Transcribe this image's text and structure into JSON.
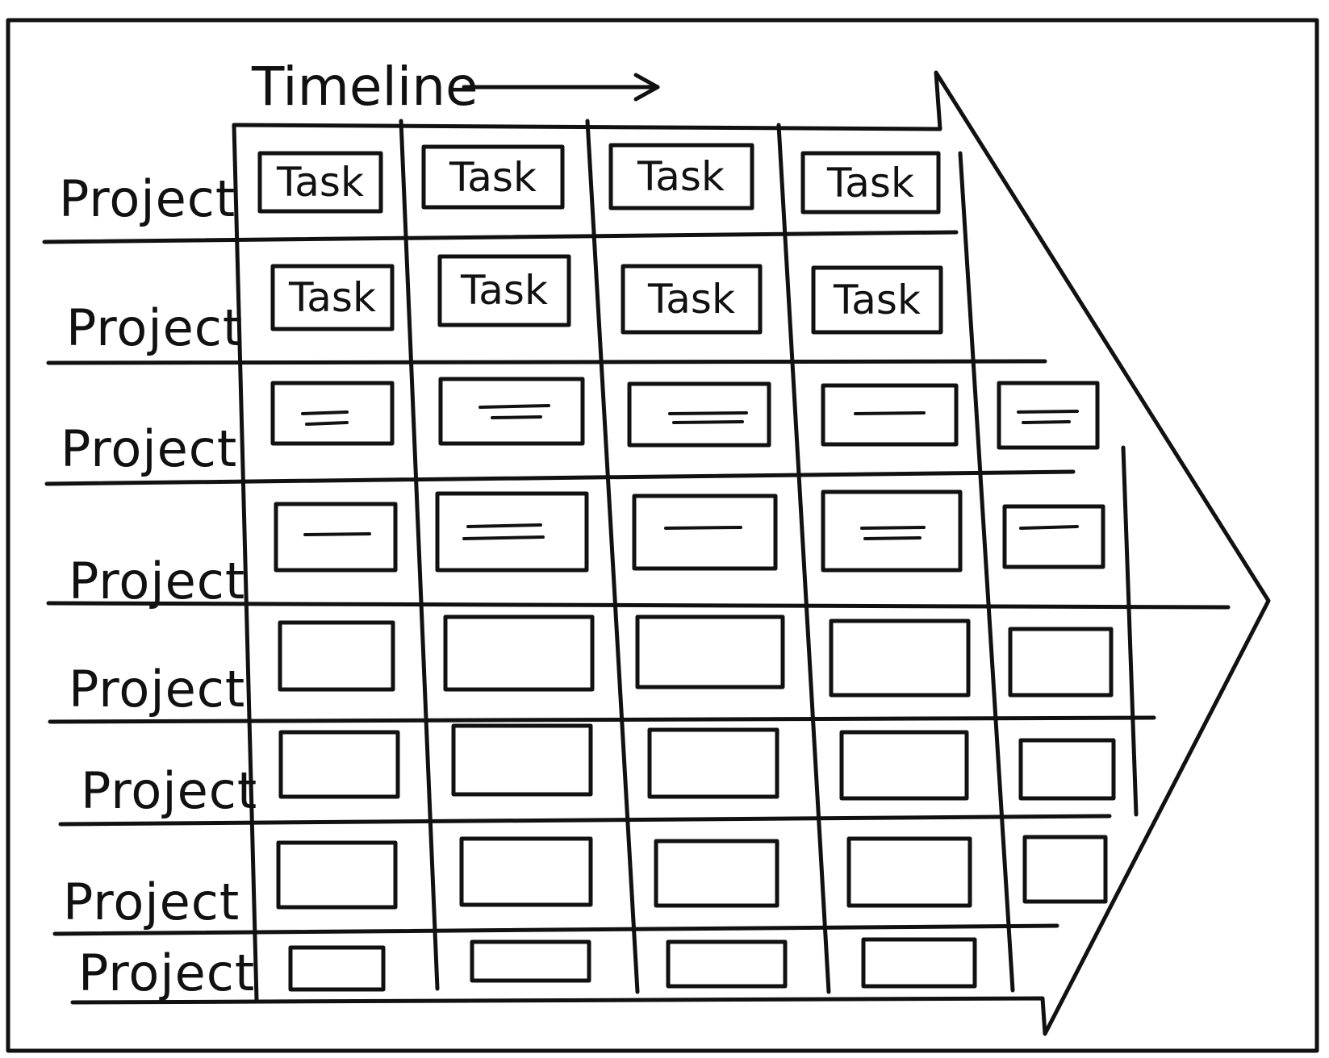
{
  "diagram": {
    "timeline_label": "Timeline",
    "row_labels": [
      "Project",
      "Project",
      "Project",
      "Project",
      "Project",
      "Project",
      "Project",
      "Project"
    ],
    "cells": [
      [
        "Task",
        "Task",
        "Task",
        "Task",
        null
      ],
      [
        "Task",
        "Task",
        "Task",
        "Task",
        null
      ],
      [
        "lines-2",
        "lines-2",
        "lines-2",
        "lines-1",
        "lines-2"
      ],
      [
        "lines-1",
        "lines-2",
        "lines-1",
        "lines-2",
        "lines-1"
      ],
      [
        "",
        "",
        "",
        "",
        ""
      ],
      [
        "",
        "",
        "",
        "",
        ""
      ],
      [
        "",
        "",
        "",
        "",
        ""
      ],
      [
        "",
        "",
        "",
        "",
        null
      ]
    ]
  }
}
